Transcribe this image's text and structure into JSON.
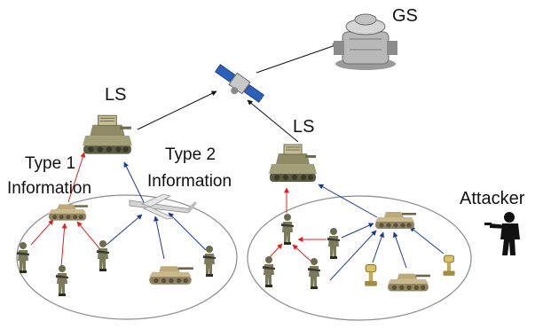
{
  "labels": {
    "gs": "GS",
    "ls_left": "LS",
    "ls_right": "LS",
    "type1_line1": "Type 1",
    "type1_line2": "Information",
    "type2_line1": "Type 2",
    "type2_line2": "Information",
    "attacker": "Attacker"
  },
  "colors": {
    "red_link": "#e02020",
    "blue_link": "#1f3a8a",
    "black_link": "#111111",
    "cluster_outline": "#8a8a8a"
  },
  "icons": {
    "ground_station": "ground-station-icon",
    "satellite": "satellite-icon",
    "leader_vehicle": "radar-vehicle-icon",
    "soldier": "soldier-icon",
    "tank": "tank-icon",
    "drone": "drone-icon",
    "sensor": "sensor-icon",
    "attacker": "attacker-silhouette-icon"
  }
}
